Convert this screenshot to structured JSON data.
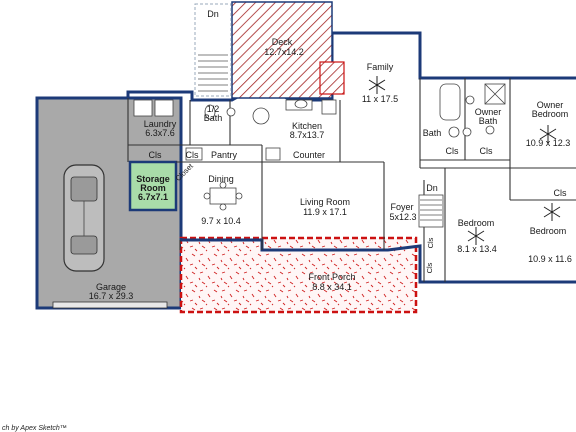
{
  "rooms": {
    "deck": {
      "name": "Deck",
      "dims": "12.7x14.2"
    },
    "dn_top": {
      "name": "Dn"
    },
    "family": {
      "name": "Family",
      "dims": "11 x 17.5"
    },
    "laundry": {
      "name": "Laundry",
      "dims": "6.3x7.6"
    },
    "half_bath": {
      "name": "1/2",
      "name2": "Bath"
    },
    "kitchen": {
      "name": "Kitchen",
      "dims": "8.7x13.7"
    },
    "owner_bath": {
      "name": "Owner",
      "name2": "Bath"
    },
    "owner_bedroom": {
      "name": "Owner",
      "name2": "Bedroom",
      "dims": "10.9 x 12.3"
    },
    "bath": {
      "name": "Bath"
    },
    "cls_laundry": {
      "name": "Cls"
    },
    "cls_kitchen": {
      "name": "Cls"
    },
    "pantry": {
      "name": "Pantry"
    },
    "counter": {
      "name": "Counter"
    },
    "cls_bath_a": {
      "name": "Cls"
    },
    "cls_bath_b": {
      "name": "Cls"
    },
    "cls_right": {
      "name": "Cls"
    },
    "storage": {
      "name": "Storage",
      "name2": "Room",
      "dims": "6.7x7.1"
    },
    "closet": {
      "name": "Closet"
    },
    "dining": {
      "name": "Dining",
      "dims": "9.7 x 10.4"
    },
    "living": {
      "name": "Living Room",
      "dims": "11.9 x 17.1"
    },
    "foyer": {
      "name": "Foyer",
      "dims": "5x12.3"
    },
    "dn_foyer": {
      "name": "Dn"
    },
    "cls_foyer_a": {
      "name": "Cls"
    },
    "cls_foyer_b": {
      "name": "Cls"
    },
    "bedroom_mid": {
      "name": "Bedroom",
      "dims": "8.1 x 13.4"
    },
    "bedroom_right": {
      "name": "Bedroom",
      "dims": "10.9 x 11.6"
    },
    "garage": {
      "name": "Garage",
      "dims": "16.7 x 29.3"
    },
    "porch": {
      "name": "Front Porch",
      "dims": "8.8 x 34.1"
    }
  },
  "credit": "ch by Apex Sketch™",
  "colors": {
    "wall": "#1c3a78",
    "garage_fill": "#a9a9a9",
    "storage_fill": "#a9dca9",
    "hatch": "#a32222",
    "porch_border": "#cc1111",
    "speckle": "#d02020"
  }
}
